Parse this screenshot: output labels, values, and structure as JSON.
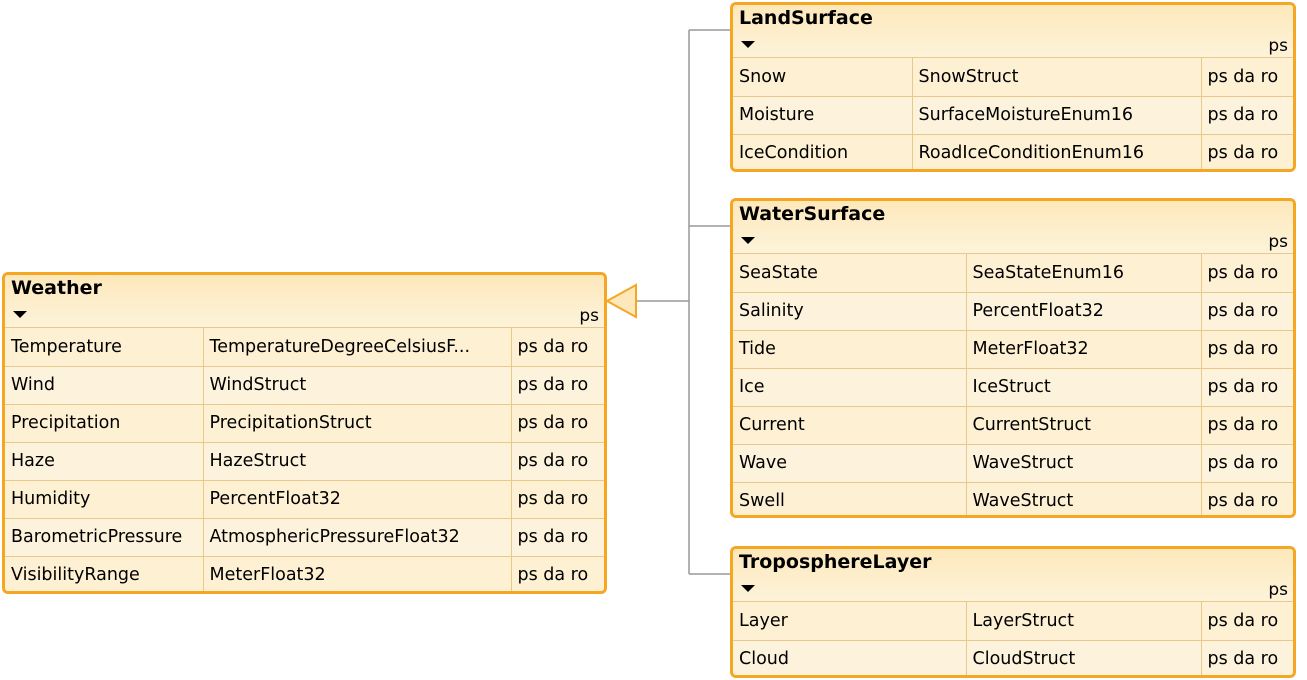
{
  "diagram": {
    "classes": {
      "weather": {
        "name": "Weather",
        "sharing": "ps",
        "attributes": [
          {
            "name": "Temperature",
            "type": "TemperatureDegreeCelsiusF...",
            "flags": "ps da ro"
          },
          {
            "name": "Wind",
            "type": "WindStruct",
            "flags": "ps da ro"
          },
          {
            "name": "Precipitation",
            "type": "PrecipitationStruct",
            "flags": "ps da ro"
          },
          {
            "name": "Haze",
            "type": "HazeStruct",
            "flags": "ps da ro"
          },
          {
            "name": "Humidity",
            "type": "PercentFloat32",
            "flags": "ps da ro"
          },
          {
            "name": "BarometricPressure",
            "type": "AtmosphericPressureFloat32",
            "flags": "ps da ro"
          },
          {
            "name": "VisibilityRange",
            "type": "MeterFloat32",
            "flags": "ps da ro"
          }
        ]
      },
      "land_surface": {
        "name": "LandSurface",
        "sharing": "ps",
        "attributes": [
          {
            "name": "Snow",
            "type": "SnowStruct",
            "flags": "ps da ro"
          },
          {
            "name": "Moisture",
            "type": "SurfaceMoistureEnum16",
            "flags": "ps da ro"
          },
          {
            "name": "IceCondition",
            "type": "RoadIceConditionEnum16",
            "flags": "ps da ro"
          }
        ]
      },
      "water_surface": {
        "name": "WaterSurface",
        "sharing": "ps",
        "attributes": [
          {
            "name": "SeaState",
            "type": "SeaStateEnum16",
            "flags": "ps da ro"
          },
          {
            "name": "Salinity",
            "type": "PercentFloat32",
            "flags": "ps da ro"
          },
          {
            "name": "Tide",
            "type": "MeterFloat32",
            "flags": "ps da ro"
          },
          {
            "name": "Ice",
            "type": "IceStruct",
            "flags": "ps da ro"
          },
          {
            "name": "Current",
            "type": "CurrentStruct",
            "flags": "ps da ro"
          },
          {
            "name": "Wave",
            "type": "WaveStruct",
            "flags": "ps da ro"
          },
          {
            "name": "Swell",
            "type": "WaveStruct",
            "flags": "ps da ro"
          }
        ]
      },
      "troposphere_layer": {
        "name": "TroposphereLayer",
        "sharing": "ps",
        "attributes": [
          {
            "name": "Layer",
            "type": "LayerStruct",
            "flags": "ps da ro"
          },
          {
            "name": "Cloud",
            "type": "CloudStruct",
            "flags": "ps da ro"
          }
        ]
      }
    },
    "colors": {
      "border": "#f5a623",
      "fill": "#fdf0d3",
      "connector": "#999999"
    }
  }
}
